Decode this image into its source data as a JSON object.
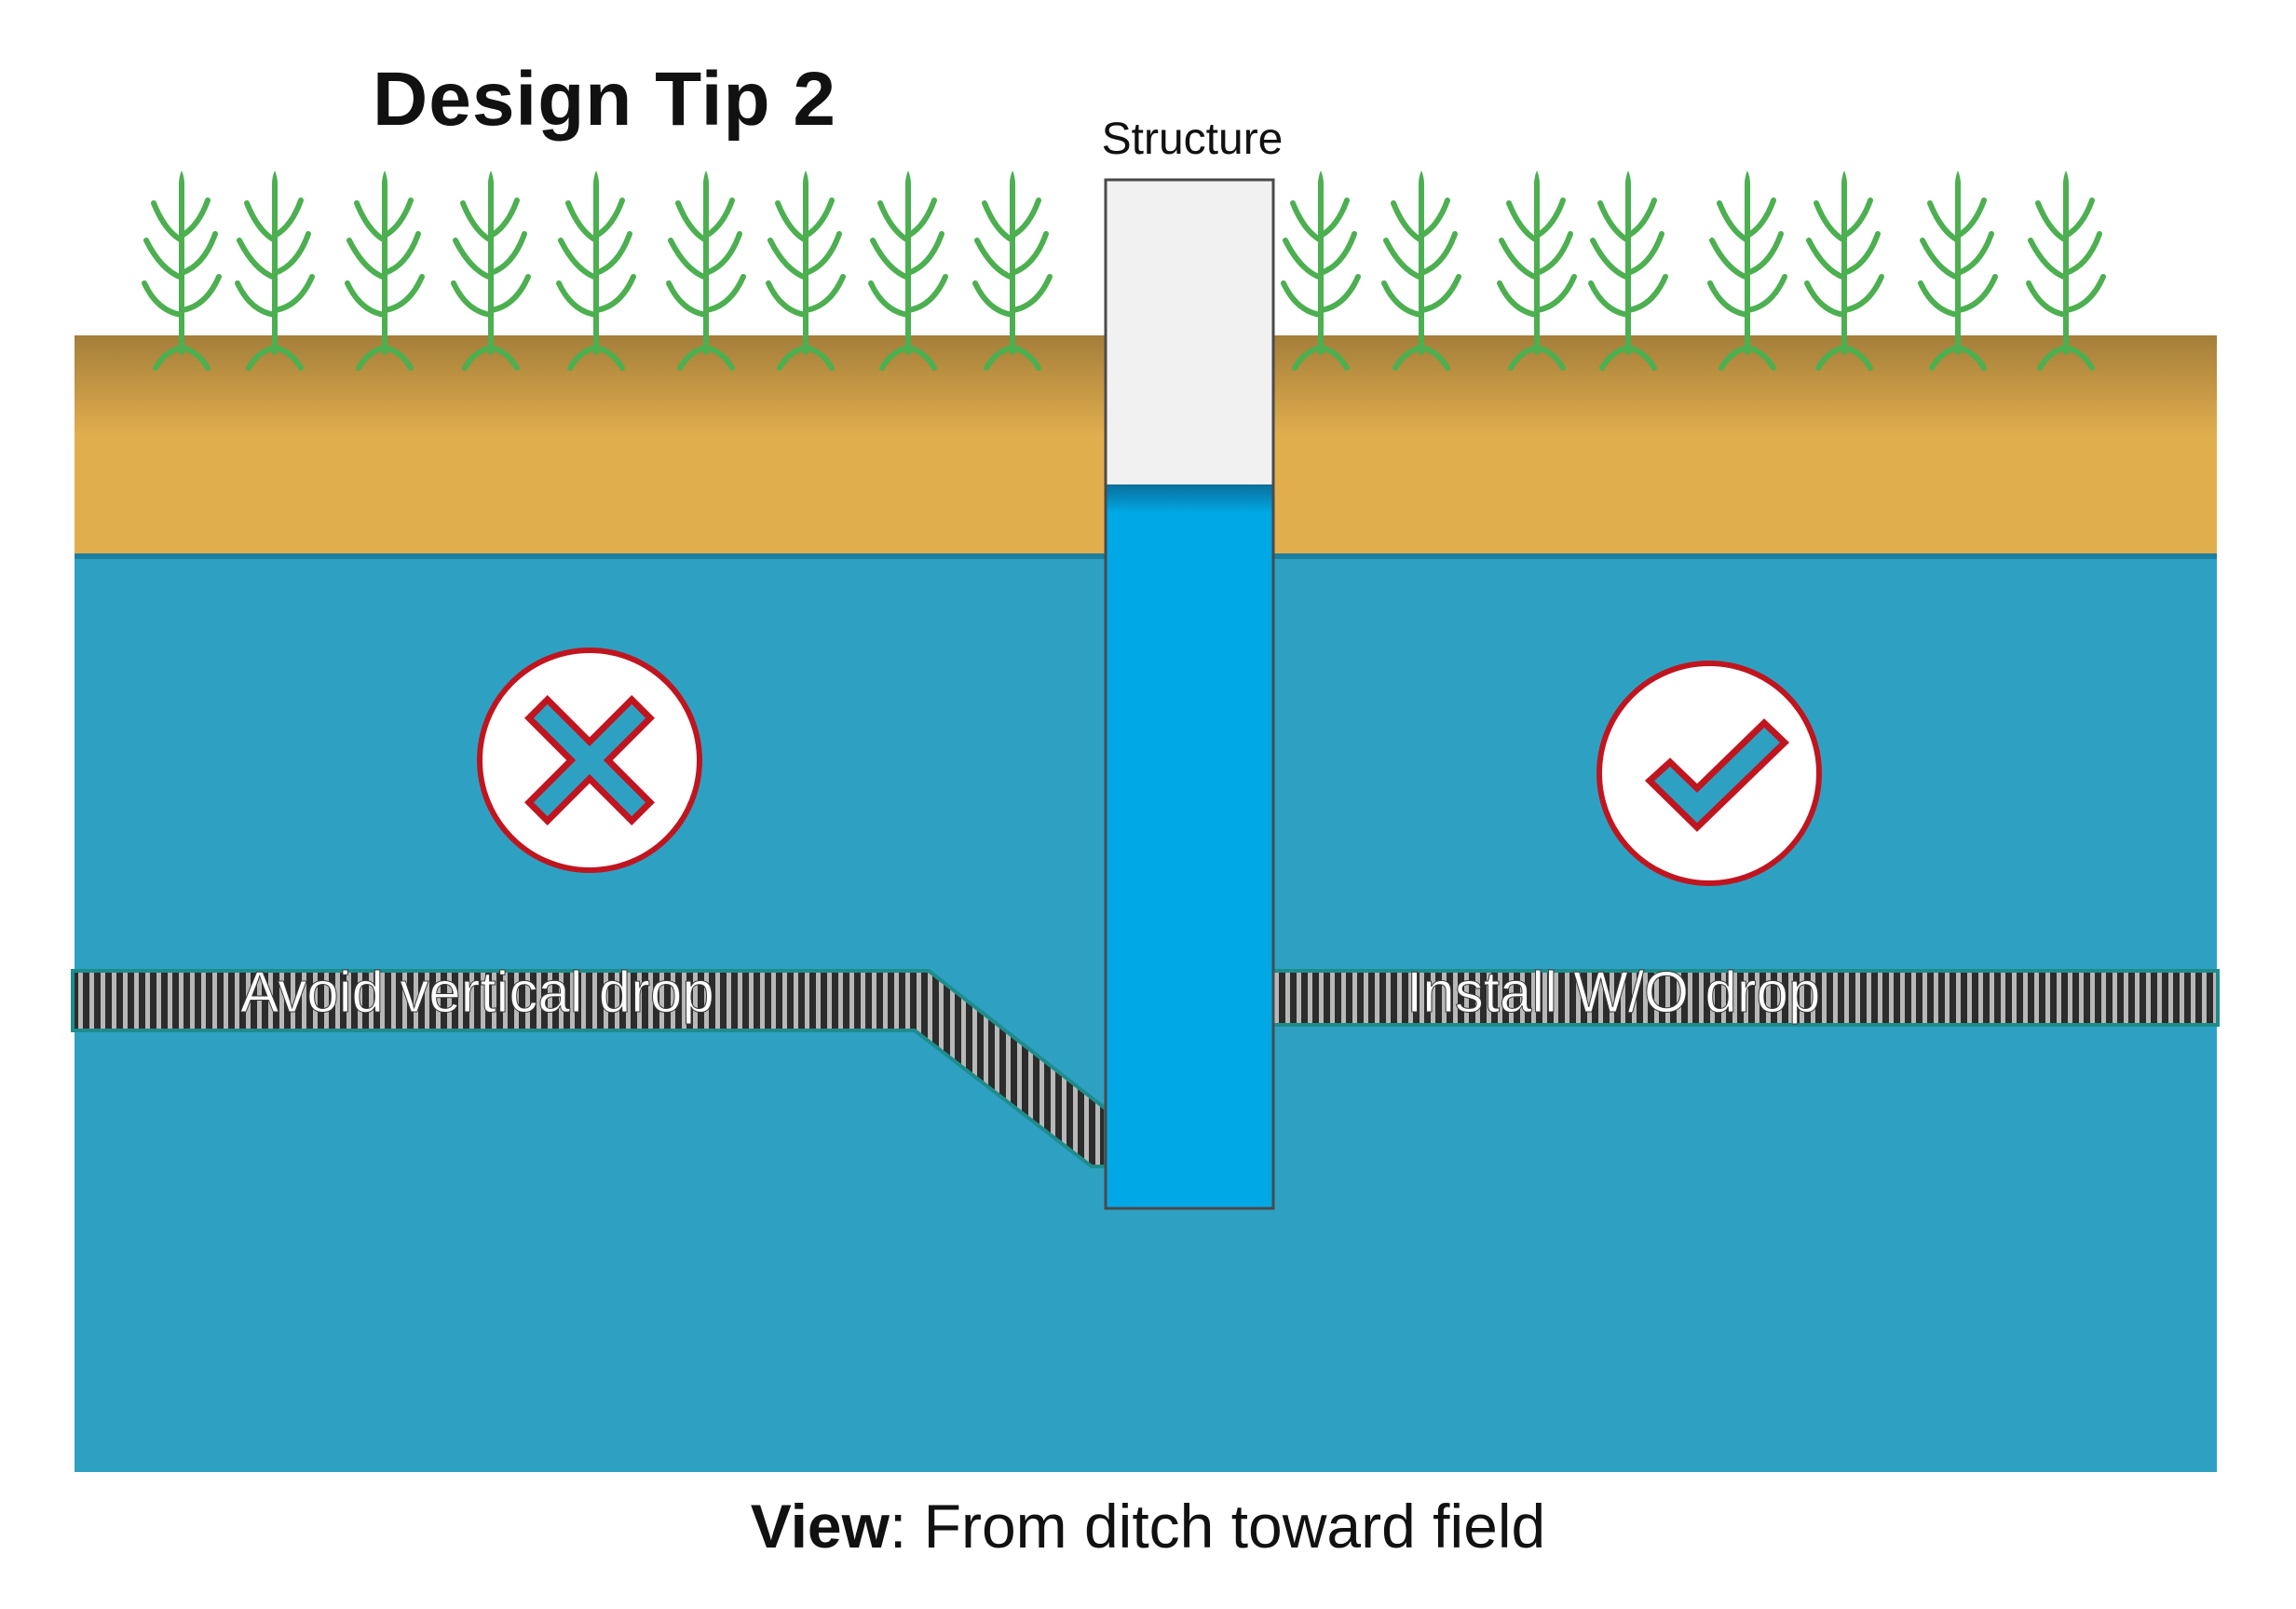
{
  "title": "Design Tip 2",
  "structure_label": "Structure",
  "left_pipe_label": "Avoid vertical drop",
  "right_pipe_label": "Install W/O drop",
  "caption": {
    "bold": "View",
    "rest": ": From ditch toward field"
  },
  "icons": {
    "left": "x-icon",
    "right": "check-icon"
  },
  "colors": {
    "soil_top": "#a47e3a",
    "soil": "#e1ae4e",
    "subsoil": "#2ea1c2",
    "structure_water": "#00a9e6",
    "structure_air": "#f1f1f1",
    "pipe_dark": "#2c2c2c",
    "pipe_light": "#b8b8b8",
    "pipe_edge": "#1f8c8c",
    "badge_ring": "#c0151f",
    "plant": "#4caf50"
  }
}
